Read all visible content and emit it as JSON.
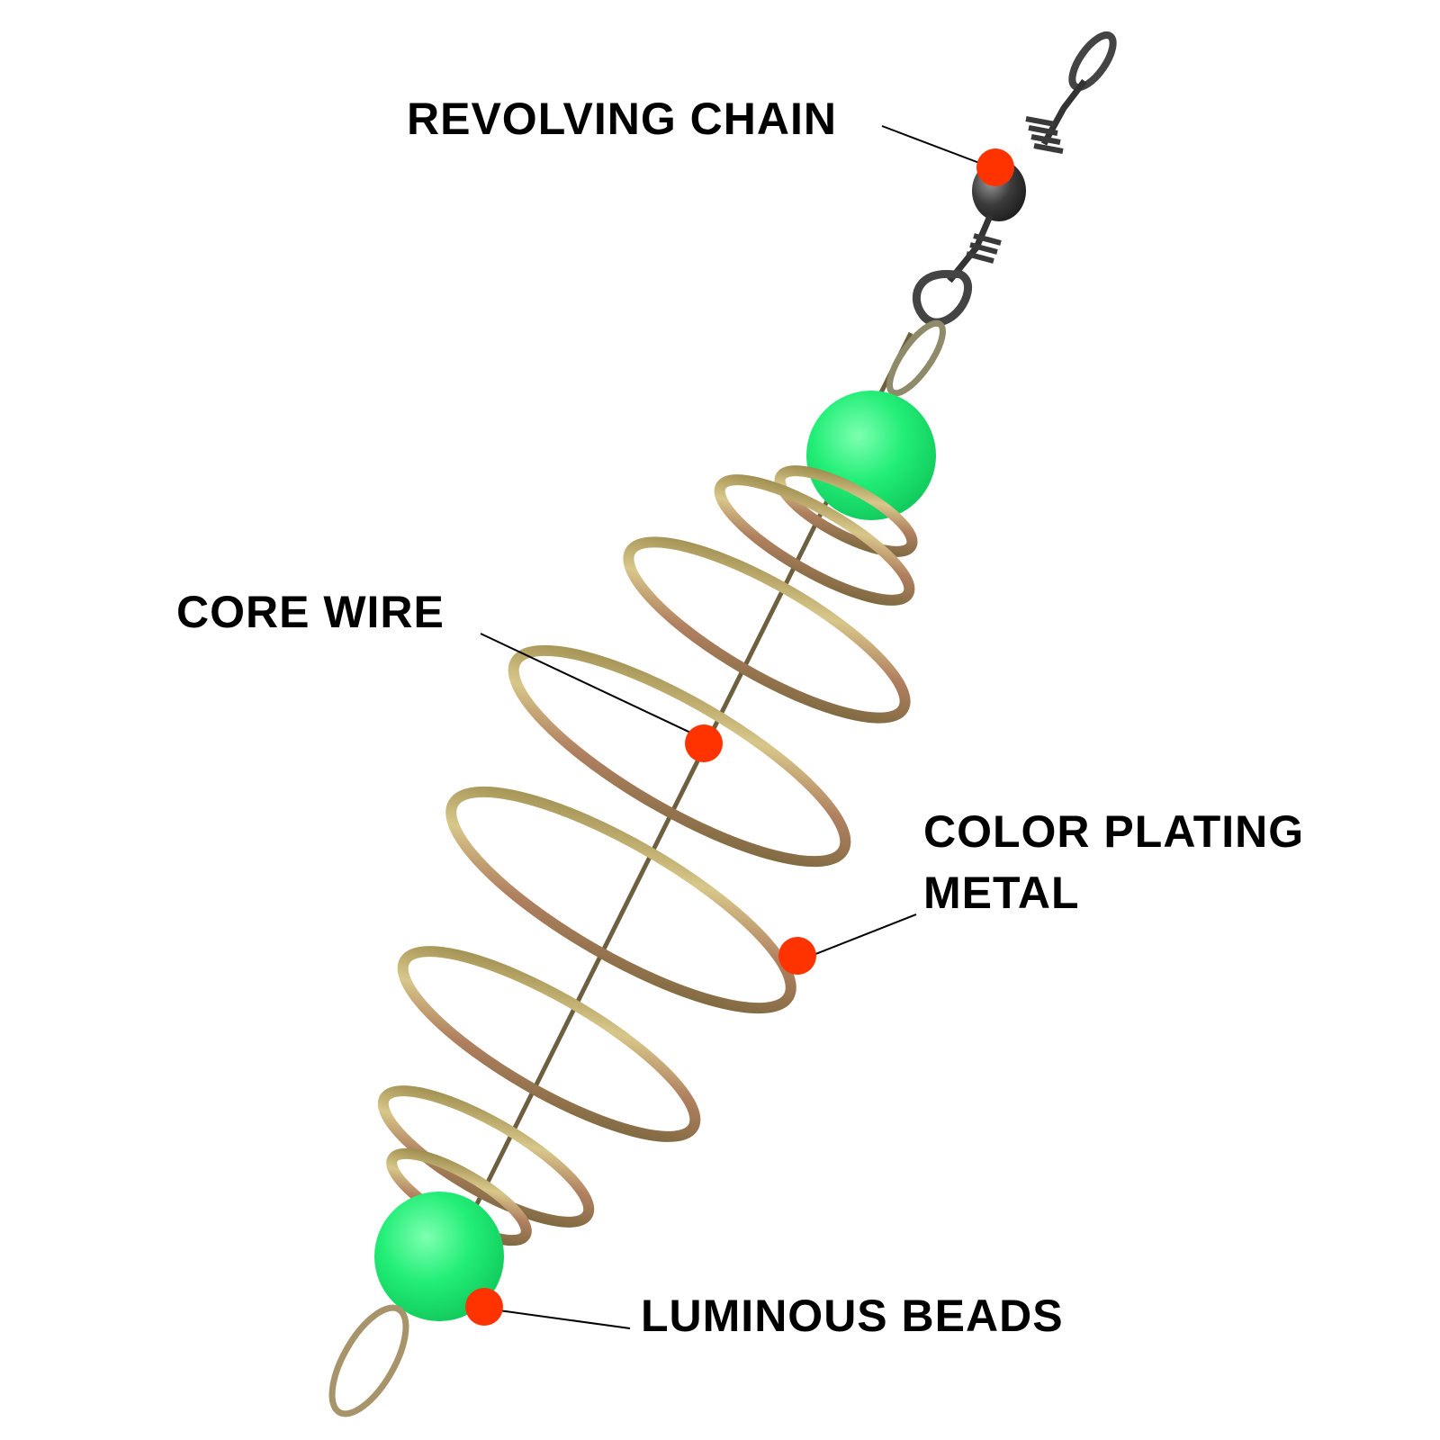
{
  "labels": {
    "revolving_chain": "REVOLVING CHAIN",
    "core_wire": "CORE WIRE",
    "color_plating_line1": "COLOR PLATING",
    "color_plating_line2": "METAL",
    "luminous_beads": "LUMINOUS BEADS"
  },
  "colors": {
    "marker": "#ff3300",
    "bead": "#22ee77",
    "spring": "#b39a55",
    "swivel": "#3a3a3a",
    "text": "#000000"
  }
}
